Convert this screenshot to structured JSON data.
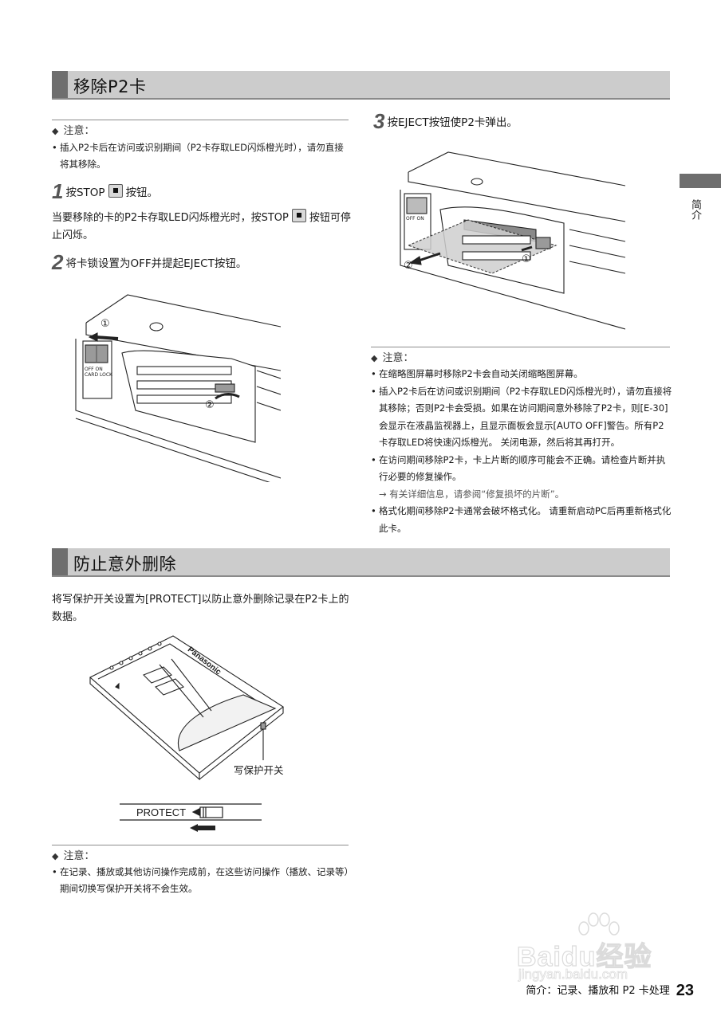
{
  "section1": {
    "title": "移除P2卡",
    "note1": {
      "heading": "注意：",
      "items": [
        "插入P2卡后在访问或识别期间（P2卡存取LED闪烁橙光时），请勿直接将其移除。"
      ]
    },
    "step1": {
      "number": "1",
      "text_a": "按STOP",
      "text_b": "按钮。",
      "desc_a": "当要移除的卡的P2卡存取LED闪烁橙光时，按STOP",
      "desc_b": "按钮可停止闪烁。"
    },
    "step2": {
      "number": "2",
      "text": "将卡锁设置为OFF并提起EJECT按钮。",
      "figure": {
        "label_1": "①",
        "label_2": "②",
        "switch_off": "OFF",
        "switch_on": "ON",
        "switch_label": "CARD LOCK"
      }
    },
    "step3": {
      "number": "3",
      "text": "按EJECT按钮使P2卡弹出。",
      "figure": {
        "label_1": "①",
        "label_2": "②",
        "switch_off": "OFF",
        "switch_on": "ON"
      }
    },
    "note2": {
      "heading": "注意：",
      "items": [
        {
          "text": "在缩略图屏幕时移除P2卡会自动关闭缩略图屏幕。"
        },
        {
          "text": "插入P2卡后在访问或识别期间（P2卡存取LED闪烁橙光时），请勿直接将其移除；否则P2卡会受损。如果在访问期间意外移除了P2卡，则[E-30]会显示在液晶监视器上，且显示面板会显示[AUTO OFF]警告。所有P2卡存取LED将快速闪烁橙光。 关闭电源，然后将其再打开。"
        },
        {
          "text": "在访问期间移除P2卡，卡上片断的顺序可能会不正确。请检查片断并执行必要的修复操作。",
          "ref": "→ 有关详细信息，请参阅“修复损坏的片断”。"
        },
        {
          "text": "格式化期间移除P2卡通常会破坏格式化。 请重新启动PC后再重新格式化此卡。"
        }
      ]
    }
  },
  "section2": {
    "title": "防止意外删除",
    "intro": "将写保护开关设置为[PROTECT]以防止意外删除记录在P2卡上的数据。",
    "figure": {
      "brand": "Panasonic",
      "callout": "写保护开关",
      "protect_label": "PROTECT"
    },
    "note": {
      "heading": "注意：",
      "items": [
        "在记录、播放或其他访问操作完成前，在这些访问操作（播放、记录等）期间切换写保护开关将不会生效。"
      ]
    }
  },
  "side_tab": {
    "label": "简介"
  },
  "footer": {
    "chapter": "简介：记录、播放和 P2 卡处理",
    "page": "23"
  },
  "watermark": {
    "main": "Baidu经验",
    "sub": "jingyan.baidu.com"
  },
  "colors": {
    "header_bg": "#cccccc",
    "header_tab": "#6e6e6e",
    "text": "#1a1a1a"
  }
}
